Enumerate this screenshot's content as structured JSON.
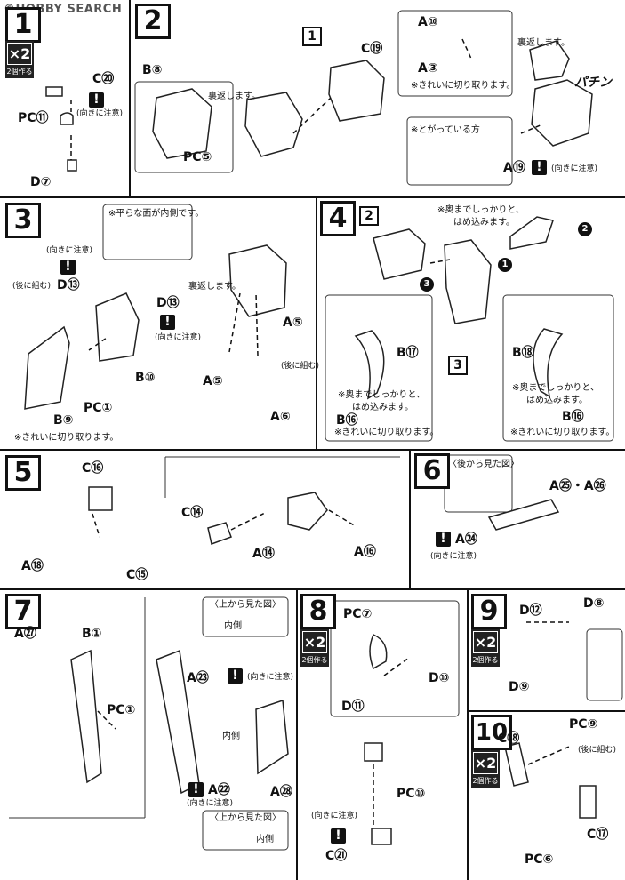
{
  "watermark": "©HOBBY SEARCH",
  "common": {
    "x2_mark": "×2",
    "x2_caption": "2個作る",
    "orientation_note": "(向きに注意)",
    "warn_mark": "!",
    "cut_clean": "※きれいに切り取ります。"
  },
  "step1": {
    "number": "1",
    "c20": "C⑳",
    "pc11": "PC⑪",
    "d7": "D⑦"
  },
  "step2": {
    "number": "2",
    "ref1": "1",
    "c19": "C⑲",
    "b8": "B⑧",
    "pc5": "PC⑤",
    "pass_through_1": "裏返します。",
    "pass_through_2": "裏返します。",
    "a10": "A⑩",
    "a3": "A③",
    "pachin": "パチン",
    "pointed_side": "※とがっている方",
    "a19": "A⑲"
  },
  "step3": {
    "number": "3",
    "flat_face_inside": "※平らな面が内側です。",
    "d13_left": "D⑬",
    "d13_right": "D⑬",
    "assemble_back": "(後に組む)",
    "b10": "B⑩",
    "pc1": "PC①",
    "b9": "B⑨",
    "pass_through": "裏返します。",
    "a5_right": "A⑤",
    "a5_left": "A⑤",
    "assemble_back_2": "(後に組む)",
    "a6": "A⑥"
  },
  "step4": {
    "number": "4",
    "ref2": "2",
    "ref3": "3",
    "push_in_1": "※奥までしっかりと、",
    "push_in_2": "はめ込みます。",
    "push_in_short": "※奥までしっかりと、",
    "b17": "B⑰",
    "b18": "B⑱",
    "b16_left": "B⑯",
    "b16_right": "B⑯"
  },
  "step5": {
    "number": "5",
    "c16": "C⑯",
    "a18": "A⑱",
    "c15": "C⑮",
    "c14": "C⑭",
    "a14": "A⑭",
    "a16": "A⑯"
  },
  "step6": {
    "number": "6",
    "view_from_back": "〈後から見た図〉",
    "a25_a26": "A㉕・A㉖",
    "a24": "A㉔"
  },
  "step7": {
    "number": "7",
    "a27": "A㉗",
    "b1": "B①",
    "pc1": "PC①",
    "view_from_top": "〈上から見た図〉",
    "inside": "内側",
    "inside_2": "内側",
    "a23": "A㉓",
    "a22": "A㉒",
    "a28": "A㉘"
  },
  "step8": {
    "number": "8",
    "pc7": "PC⑦",
    "d10": "D⑩",
    "d11": "D⑪",
    "pc10": "PC⑩",
    "c21": "C㉑"
  },
  "step9": {
    "number": "9",
    "d12": "D⑫",
    "d8": "D⑧",
    "d9": "D⑨"
  },
  "step10": {
    "number": "10",
    "c18": "C⑱",
    "pc9": "PC⑨",
    "c17": "C⑰",
    "pc6": "PC⑥",
    "assemble_back": "(後に組む)"
  }
}
